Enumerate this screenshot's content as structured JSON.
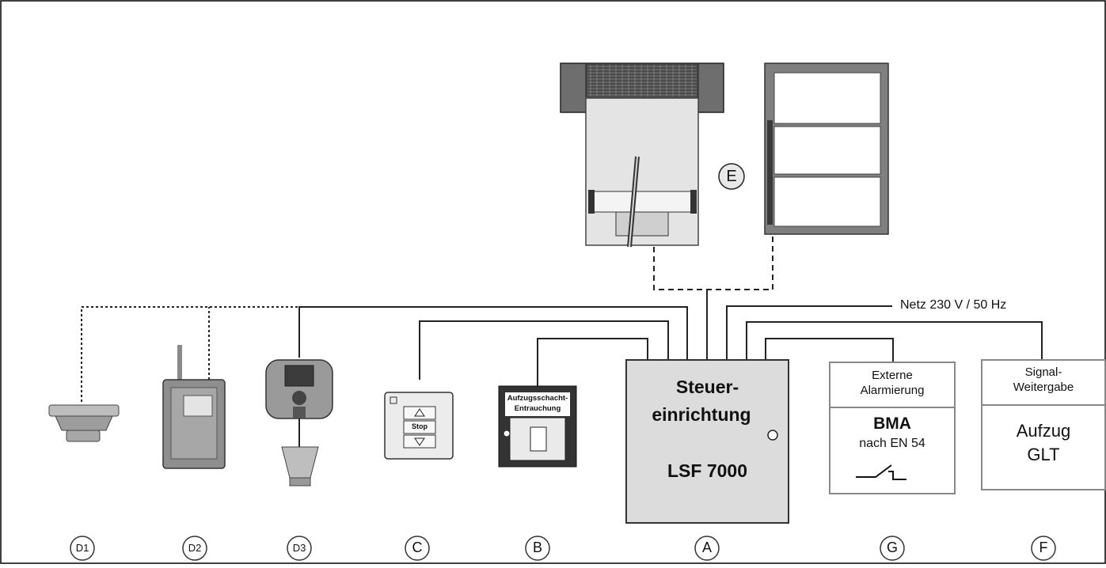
{
  "controller": {
    "title_line1": "Steuer-",
    "title_line2": "einrichtung",
    "model": "LSF 7000"
  },
  "mains_label": "Netz 230 V / 50 Hz",
  "external_alarm": {
    "header_line1": "Externe",
    "header_line2": "Alarmierung",
    "bma": "BMA",
    "norm": "nach EN 54"
  },
  "signal_forwarding": {
    "header_line1": "Signal-",
    "header_line2": "Weitergabe",
    "line1": "Aufzug",
    "line2": "GLT"
  },
  "panel_b": {
    "caption_line1": "Aufzugsschacht-",
    "caption_line2": "Entrauchung"
  },
  "panel_c": {
    "stop_label": "Stop"
  },
  "device_labels": {
    "E": "E",
    "D1": "D1",
    "D2": "D2",
    "D3": "D3",
    "C": "C",
    "B": "B",
    "A": "A",
    "G": "G",
    "F": "F"
  },
  "colors": {
    "line": "#222222",
    "box_fill": "#dcdcdc",
    "box_border": "#333333",
    "frame_grey": "#7a7a7a",
    "device_grey": "#bdbdbd"
  }
}
